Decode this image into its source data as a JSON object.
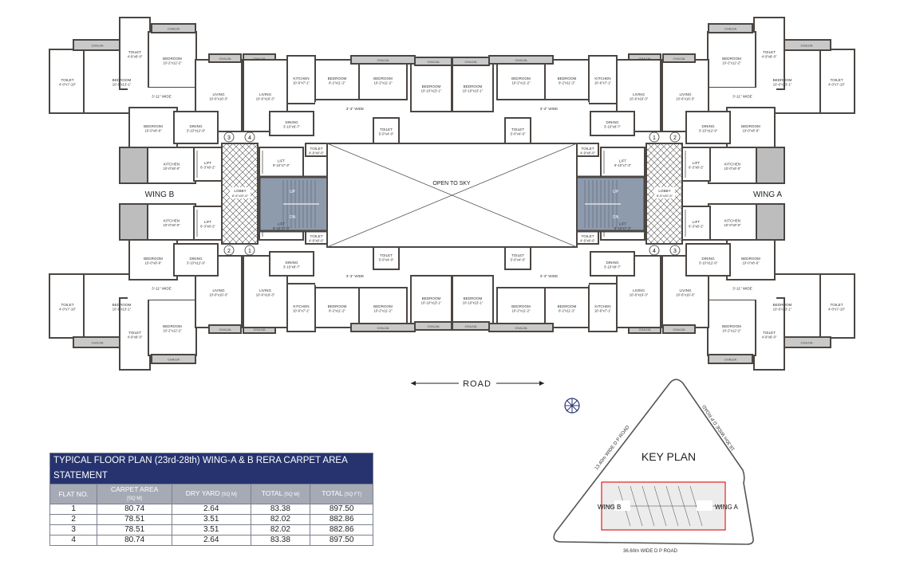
{
  "plan": {
    "wing_a": "WING A",
    "wing_b": "WING B",
    "open_to_sky": "OPEN TO SKY",
    "road": "ROAD",
    "stair_up": "UP",
    "stair_dn": "DN",
    "chajja": "CHAJJA",
    "flat_numbers": [
      "1",
      "2",
      "3",
      "4"
    ],
    "rooms": {
      "toilet_a": {
        "name": "TOILET",
        "size": "4'-0\"x7'-10\""
      },
      "bedroom_master": {
        "name": "BEDROOM",
        "size": "10'-6\"x13'-1\""
      },
      "toilet_b": {
        "name": "TOILET",
        "size": "4'-9\"x8'-0\""
      },
      "bedroom_2": {
        "name": "BEDROOM",
        "size": "10'-2\"x12'-2\""
      },
      "passage_a": {
        "name": "3'-11\" WIDE",
        "size": ""
      },
      "bedroom_3": {
        "name": "BEDROOM",
        "size": "10'-0\"x8'-6\""
      },
      "kitchen_a": {
        "name": "KITCHEN",
        "size": "10'-0\"x8'-0\""
      },
      "living_a": {
        "name": "LIVING",
        "size": "10'-6\"x16'-3\""
      },
      "dining_a": {
        "name": "DINING",
        "size": "3'-10\"x12'-9\""
      },
      "lift_a": {
        "name": "LIFT",
        "size": "6'-3\"x8'-2\""
      },
      "lobby": {
        "name": "LOBBY",
        "size": "8'-6\"x20'-6\""
      },
      "living_b": {
        "name": "LIVING",
        "size": "10'-6\"x16'-3\""
      },
      "dining_b": {
        "name": "DINING",
        "size": "3'-10\"x8'-7\""
      },
      "kitchen_b": {
        "name": "KITCHEN",
        "size": "10'-6\"x7'-1\""
      },
      "bedroom_4": {
        "name": "BEDROOM",
        "size": "8'-2\"x11'-2\""
      },
      "bedroom_5": {
        "name": "BEDROOM",
        "size": "10'-2\"x11'-2\""
      },
      "bedroom_6": {
        "name": "BEDROOM",
        "size": "10'-10\"x13'-1\""
      },
      "passage_b": {
        "name": "3'-3\" WIDE",
        "size": ""
      },
      "toilet_c": {
        "name": "TOILET",
        "size": "5'-0\"x4'-0\""
      },
      "toilet_d": {
        "name": "TOILET",
        "size": "4'-9\"x8'-0\""
      },
      "lift_b": {
        "name": "LIFT",
        "size": "9'-10\"x7'-3\""
      }
    }
  },
  "table": {
    "title": "TYPICAL FLOOR PLAN (23rd-28th) WING-A & B  RERA CARPET AREA STATEMENT",
    "headers": [
      {
        "label": "FLAT NO.",
        "unit": ""
      },
      {
        "label": "CARPET AREA",
        "unit": "[SQ M]"
      },
      {
        "label": "DRY YARD",
        "unit": "[SQ M]"
      },
      {
        "label": "TOTAL",
        "unit": "[SQ M]"
      },
      {
        "label": "TOTAL",
        "unit": "[SQ FT]"
      }
    ],
    "rows": [
      [
        "1",
        "80.74",
        "2.64",
        "83.38",
        "897.50"
      ],
      [
        "2",
        "78.51",
        "3.51",
        "82.02",
        "882.86"
      ],
      [
        "3",
        "78.51",
        "3.51",
        "82.02",
        "882.86"
      ],
      [
        "4",
        "80.74",
        "2.64",
        "83.38",
        "897.50"
      ]
    ]
  },
  "key_plan": {
    "title": "KEY PLAN",
    "wing_a": "WING A",
    "wing_b": "WING B",
    "road_left": "13.40m WIDE D P ROAD",
    "road_right": "18.30m WIDE D P ROAD",
    "road_bottom": "36.60m WIDE D P ROAD",
    "compass_icon": "north-compass-icon"
  },
  "colors": {
    "wall": "#4b4642",
    "chajja": "#c9c9c9",
    "stair": "#8e9bad",
    "table_header": "#26336f",
    "key_outline": "#e02020"
  }
}
